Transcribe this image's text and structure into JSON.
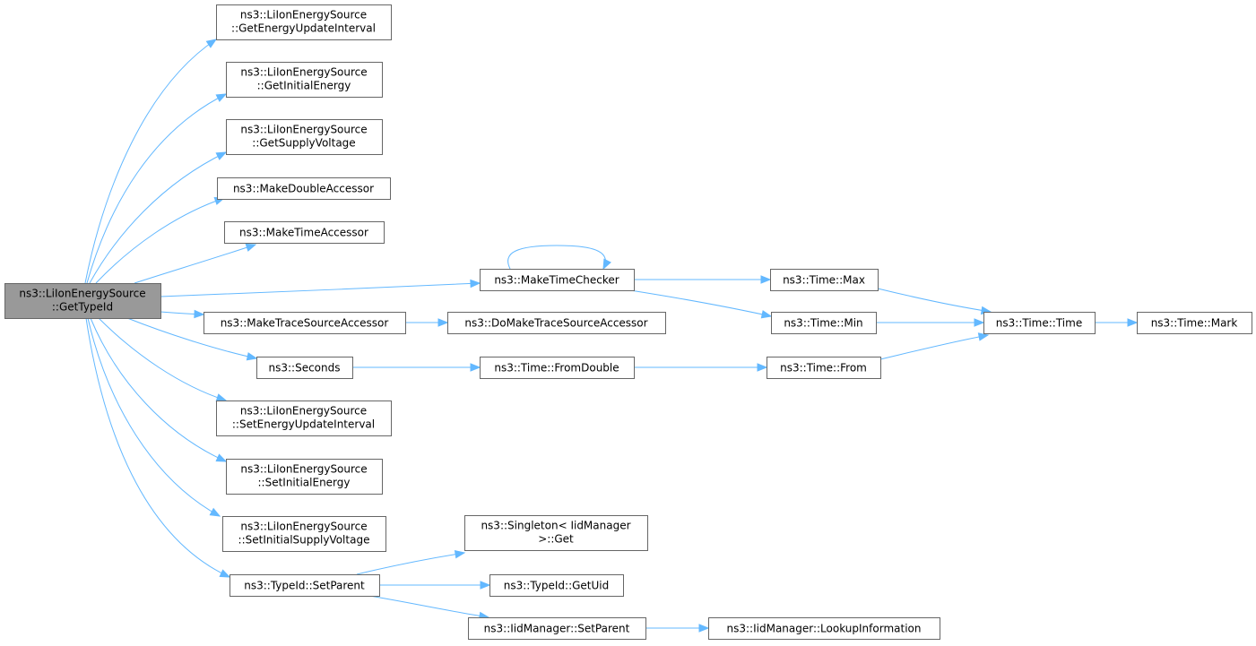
{
  "diagram": {
    "nodes": {
      "root": [
        "ns3::LiIonEnergySource",
        "::GetTypeId"
      ],
      "getEnergyUpdateInterval": [
        "ns3::LiIonEnergySource",
        "::GetEnergyUpdateInterval"
      ],
      "getInitialEnergy": [
        "ns3::LiIonEnergySource",
        "::GetInitialEnergy"
      ],
      "getSupplyVoltage": [
        "ns3::LiIonEnergySource",
        "::GetSupplyVoltage"
      ],
      "makeDoubleAccessor": [
        "ns3::MakeDoubleAccessor"
      ],
      "makeTimeAccessor": [
        "ns3::MakeTimeAccessor"
      ],
      "makeTimeChecker": [
        "ns3::MakeTimeChecker"
      ],
      "makeTraceSourceAccessor": [
        "ns3::MakeTraceSourceAccessor"
      ],
      "doMakeTraceSourceAccessor": [
        "ns3::DoMakeTraceSourceAccessor"
      ],
      "seconds": [
        "ns3::Seconds"
      ],
      "setEnergyUpdateInterval": [
        "ns3::LiIonEnergySource",
        "::SetEnergyUpdateInterval"
      ],
      "setInitialEnergy": [
        "ns3::LiIonEnergySource",
        "::SetInitialEnergy"
      ],
      "setInitialSupplyVoltage": [
        "ns3::LiIonEnergySource",
        "::SetInitialSupplyVoltage"
      ],
      "typeIdSetParent": [
        "ns3::TypeId::SetParent"
      ],
      "timeMax": [
        "ns3::Time::Max"
      ],
      "timeMin": [
        "ns3::Time::Min"
      ],
      "timeFromDouble": [
        "ns3::Time::FromDouble"
      ],
      "timeFrom": [
        "ns3::Time::From"
      ],
      "timeTime": [
        "ns3::Time::Time"
      ],
      "timeMark": [
        "ns3::Time::Mark"
      ],
      "singletonGet": [
        "ns3::Singleton< IidManager",
        ">::Get"
      ],
      "typeIdGetUid": [
        "ns3::TypeId::GetUid"
      ],
      "iidManagerSetParent": [
        "ns3::IidManager::SetParent"
      ],
      "iidManagerLookup": [
        "ns3::IidManager::LookupInformation"
      ]
    },
    "edges": [
      [
        "root",
        "getEnergyUpdateInterval"
      ],
      [
        "root",
        "getInitialEnergy"
      ],
      [
        "root",
        "getSupplyVoltage"
      ],
      [
        "root",
        "makeDoubleAccessor"
      ],
      [
        "root",
        "makeTimeAccessor"
      ],
      [
        "root",
        "makeTimeChecker"
      ],
      [
        "root",
        "makeTraceSourceAccessor"
      ],
      [
        "root",
        "seconds"
      ],
      [
        "root",
        "setEnergyUpdateInterval"
      ],
      [
        "root",
        "setInitialEnergy"
      ],
      [
        "root",
        "setInitialSupplyVoltage"
      ],
      [
        "root",
        "typeIdSetParent"
      ],
      [
        "makeTimeChecker",
        "makeTimeChecker"
      ],
      [
        "makeTimeChecker",
        "timeMax"
      ],
      [
        "makeTimeChecker",
        "timeMin"
      ],
      [
        "makeTraceSourceAccessor",
        "doMakeTraceSourceAccessor"
      ],
      [
        "seconds",
        "timeFromDouble"
      ],
      [
        "timeFromDouble",
        "timeFrom"
      ],
      [
        "timeMax",
        "timeTime"
      ],
      [
        "timeMin",
        "timeTime"
      ],
      [
        "timeFrom",
        "timeTime"
      ],
      [
        "timeTime",
        "timeMark"
      ],
      [
        "typeIdSetParent",
        "singletonGet"
      ],
      [
        "typeIdSetParent",
        "typeIdGetUid"
      ],
      [
        "typeIdSetParent",
        "iidManagerSetParent"
      ],
      [
        "iidManagerSetParent",
        "iidManagerLookup"
      ]
    ],
    "colors": {
      "edge": "#63b8ff",
      "node_border": "#666666",
      "root_fill": "#999999"
    }
  }
}
